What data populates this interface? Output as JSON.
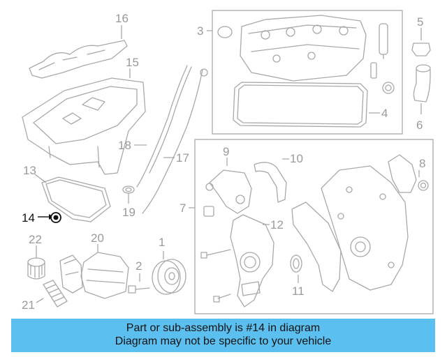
{
  "callouts": {
    "c1": "1",
    "c2": "2",
    "c3": "3",
    "c4": "4",
    "c5": "5",
    "c6": "6",
    "c7": "7",
    "c8": "8",
    "c9": "9",
    "c10": "10",
    "c11": "11",
    "c12": "12",
    "c13": "13",
    "c14": "14",
    "c15": "15",
    "c16": "16",
    "c17": "17",
    "c18": "18",
    "c19": "19",
    "c20": "20",
    "c21": "21",
    "c22": "22"
  },
  "highlighted_part": "14",
  "banner": {
    "line1": "Part or sub-assembly is #14 in diagram",
    "line2": "Diagram may not be specific to your vehicle"
  },
  "colors": {
    "banner_background": "#5bc0ef",
    "line_art": "#a9a9a9",
    "highlight": "#111111"
  }
}
